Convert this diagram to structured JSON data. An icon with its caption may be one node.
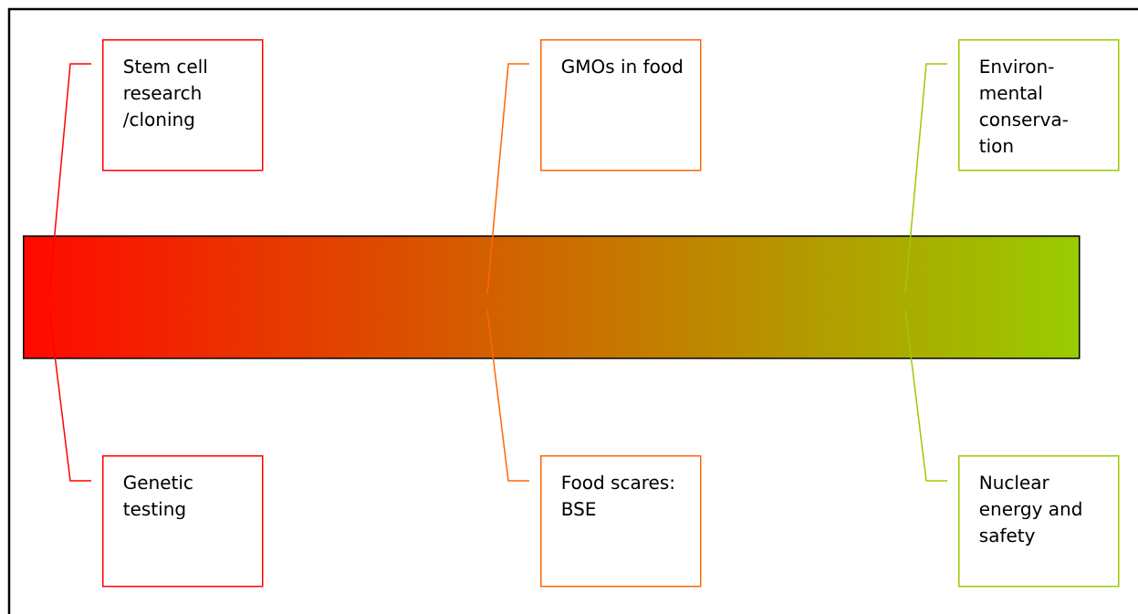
{
  "diagram": {
    "nodes": [
      {
        "text": [
          "Stem cell research /cloning"
        ]
      },
      {
        "text": [
          "GMOs in food"
        ]
      },
      {
        "text": [
          "Environ- mental conserva- tion"
        ]
      },
      {
        "text": [],
        "shape": "bar"
      },
      {
        "text": [
          "Genetic testing"
        ]
      },
      {
        "text": [
          "Food scares: BSE"
        ]
      },
      {
        "text": [
          "Nuclear energy and safety"
        ]
      }
    ],
    "edges": [
      {
        "from": 0,
        "to": 3,
        "arrow": "none",
        "color": "#ff0000"
      },
      {
        "from": 4,
        "to": 3,
        "arrow": "none",
        "color": "#ff0000"
      },
      {
        "from": 1,
        "to": 3,
        "arrow": "none",
        "color": "#ff6600"
      },
      {
        "from": 5,
        "to": 3,
        "arrow": "none",
        "color": "#ff6600"
      },
      {
        "from": 2,
        "to": 3,
        "arrow": "none",
        "color": "#99cc00"
      },
      {
        "from": 6,
        "to": 3,
        "arrow": "none",
        "color": "#99cc00"
      }
    ]
  }
}
